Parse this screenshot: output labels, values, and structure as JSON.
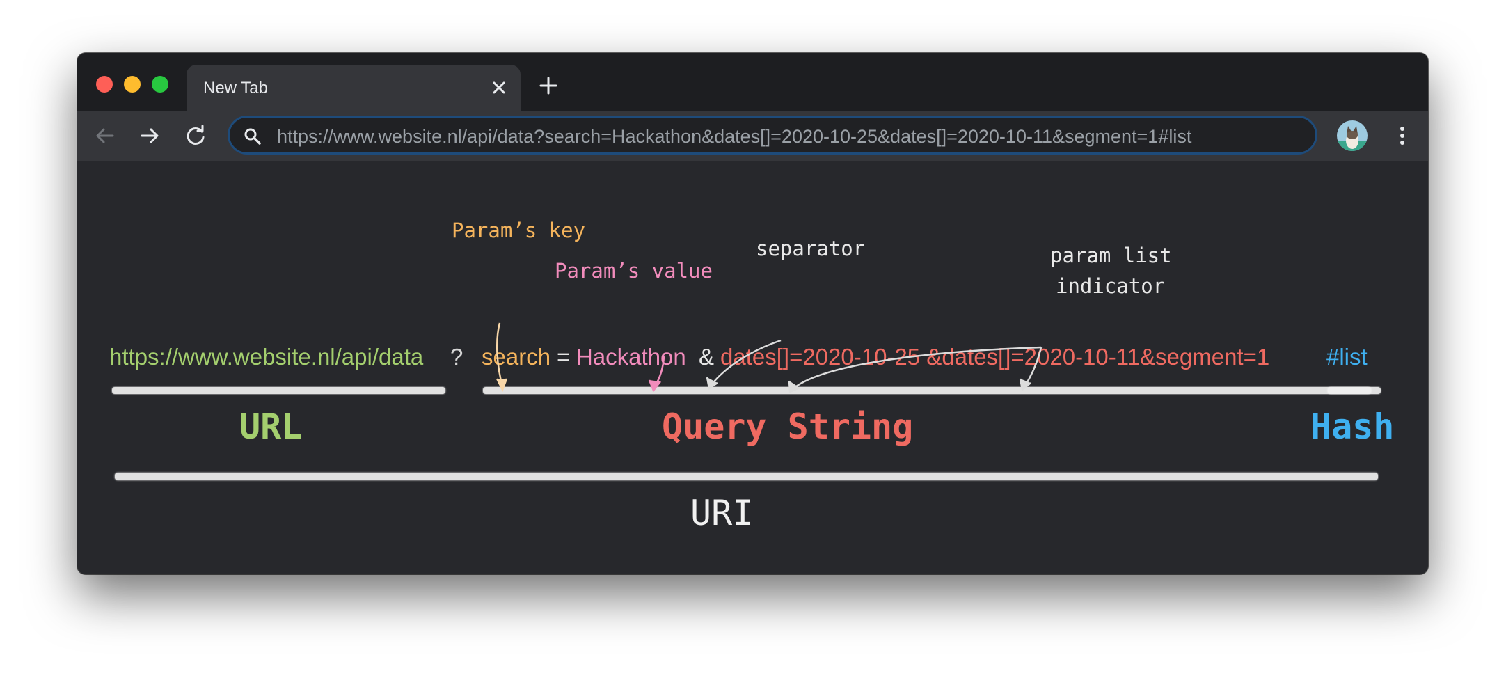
{
  "window": {
    "tab_title": "New Tab",
    "address": "https://www.website.nl/api/data?search=Hackathon&dates[]=2020-10-25&dates[]=2020-10-11&segment=1#list"
  },
  "icons": [
    "close-icon",
    "plus-icon",
    "back-arrow-icon",
    "forward-arrow-icon",
    "reload-icon",
    "search-icon",
    "avatar",
    "kebab-menu-icon"
  ],
  "diagram": {
    "url_text": "https://www.website.nl/api/data",
    "question_mark": "?",
    "key_text": "search",
    "equals": "=",
    "value_text": "Hackathon",
    "ampersand": "&",
    "rest_text": "dates[]=2020-10-25 &dates[]=2020-10-11&segment=1",
    "hash_text": "#list",
    "notes": {
      "param_key": "Param’s key",
      "param_value": "Param’s value",
      "separator": "separator",
      "list_line1": "param list",
      "list_line2": "indicator"
    },
    "labels": {
      "url": "URL",
      "query": "Query String",
      "hash": "Hash",
      "uri": "URI"
    }
  },
  "colors": {
    "url": "#a4cf6e",
    "key": "#f5b45c",
    "value": "#f28cbc",
    "query": "#ef6a61",
    "hash": "#3fb0f0",
    "chalk": "#f1f1f1"
  }
}
